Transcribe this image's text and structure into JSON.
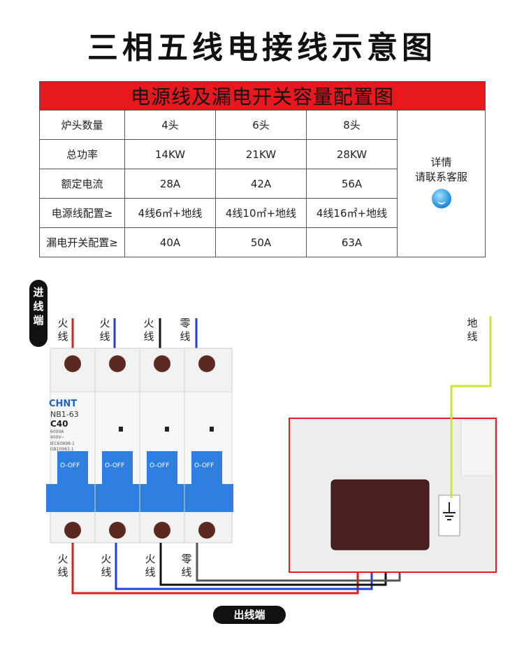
{
  "title": "三相五线电接线示意图",
  "table": {
    "banner": "电源线及漏电开关容量配置图",
    "rows": [
      {
        "label": "炉头数量",
        "cells": [
          "4头",
          "6头",
          "8头"
        ]
      },
      {
        "label": "总功率",
        "cells": [
          "14KW",
          "21KW",
          "28KW"
        ]
      },
      {
        "label": "额定电流",
        "cells": [
          "28A",
          "42A",
          "56A"
        ]
      },
      {
        "label": "电源线配置≥",
        "cells": [
          "4线6㎡+地线",
          "4线10㎡+地线",
          "4线16㎡+地线"
        ]
      },
      {
        "label": "漏电开关配置≥",
        "cells": [
          "40A",
          "50A",
          "63A"
        ]
      }
    ],
    "contact_line1": "详情",
    "contact_line2": "请联系客服"
  },
  "diagram": {
    "input_pill": "进线端",
    "output_pill": "出线端",
    "top_wire_labels": [
      "火线",
      "火线",
      "火线",
      "零线"
    ],
    "bottom_wire_labels": [
      "火线",
      "火线",
      "火线",
      "零线"
    ],
    "ground_label": "地线",
    "breaker": {
      "brand": "CHNT",
      "model": "NB1-63",
      "rating": "C40",
      "breaking_capacity": "6000A",
      "voltage": "400V~",
      "standard_1": "IEC60898-1",
      "standard_2": "GB10963.1",
      "off_label": "O-OFF"
    },
    "wire_colors": {
      "red": "#e01e1e",
      "blue": "#1f3fd8",
      "black": "#111111",
      "ground": "#c8e63a"
    }
  }
}
